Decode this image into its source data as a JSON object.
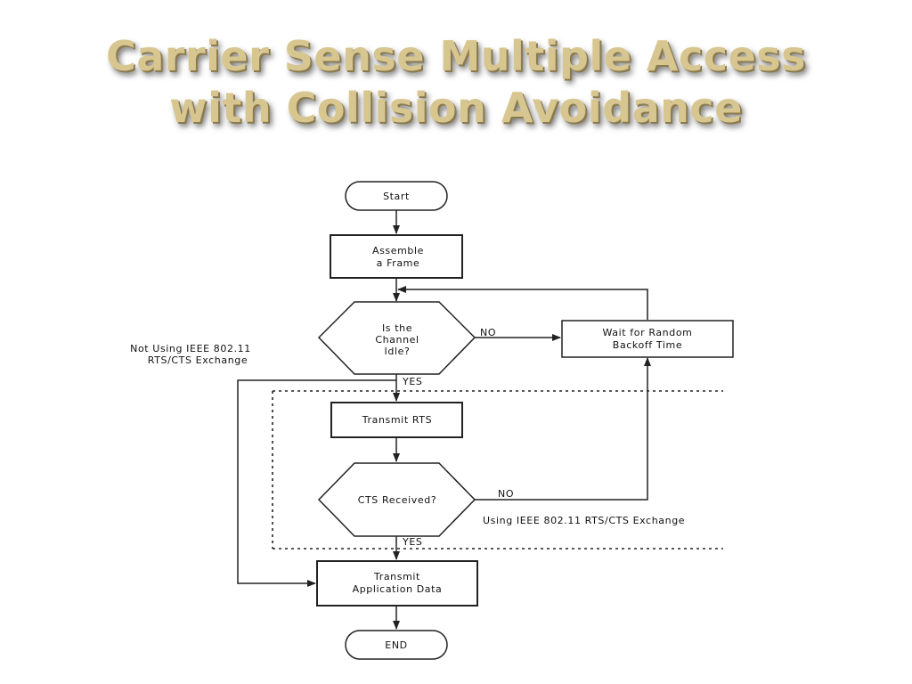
{
  "title": {
    "line1": "Carrier Sense Multiple Access",
    "line2": "with Collision Avoidance"
  },
  "nodes": {
    "start": "Start",
    "assemble": [
      "Assemble",
      "a Frame"
    ],
    "channel_idle": [
      "Is the",
      "Channel",
      "Idle?"
    ],
    "wait": [
      "Wait for Random",
      "Backoff Time"
    ],
    "transmit_rts": "Transmit RTS",
    "cts_received": "CTS Received?",
    "transmit_data": [
      "Transmit",
      "Application Data"
    ],
    "end": "END"
  },
  "edges": {
    "idle_no": "NO",
    "idle_yes": "YES",
    "cts_no": "NO",
    "cts_yes": "YES"
  },
  "annotations": {
    "not_using": [
      "Not Using IEEE 802.11",
      "RTS/CTS Exchange"
    ],
    "using": "Using IEEE 802.11 RTS/CTS Exchange"
  }
}
